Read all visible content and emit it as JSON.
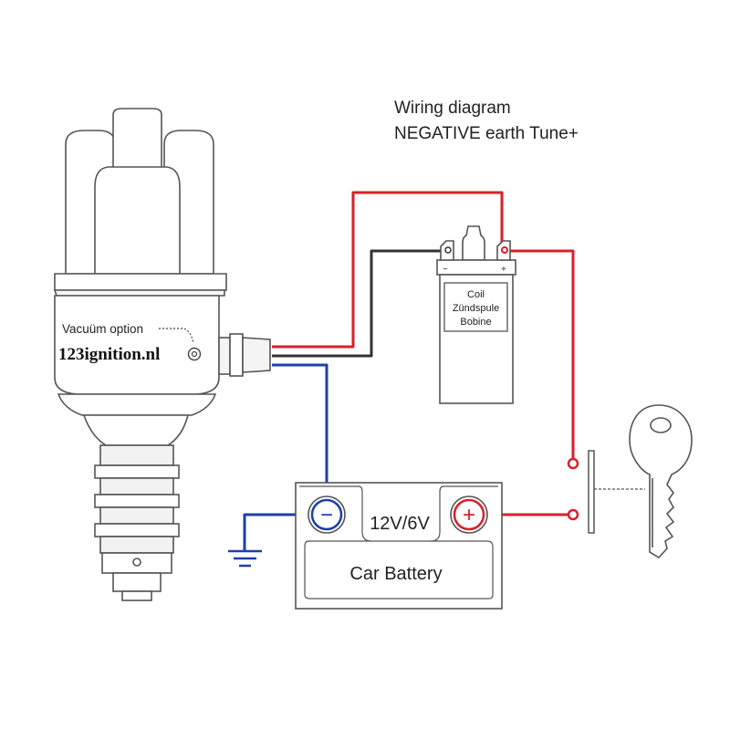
{
  "title": {
    "line1": "Wiring diagram",
    "line2": "NEGATIVE earth Tune+"
  },
  "distributor": {
    "vacuum_label": "Vacuüm option",
    "brand_label": "123ignition.nl"
  },
  "coil": {
    "label_line1": "Coil",
    "label_line2": "Zündspule",
    "label_line3": "Bobine",
    "terminal_negative_symbol": "−",
    "terminal_positive_symbol": "+"
  },
  "battery": {
    "voltage_label": "12V/6V",
    "name_label": "Car Battery",
    "negative_symbol": "−",
    "positive_symbol": "+"
  },
  "colors": {
    "wire_positive": "#d8202a",
    "wire_negative": "#1d3fa8",
    "wire_signal": "#333333",
    "outline": "#555555"
  },
  "icons": {
    "ground": "ground-symbol-icon",
    "key": "ignition-key-icon"
  }
}
